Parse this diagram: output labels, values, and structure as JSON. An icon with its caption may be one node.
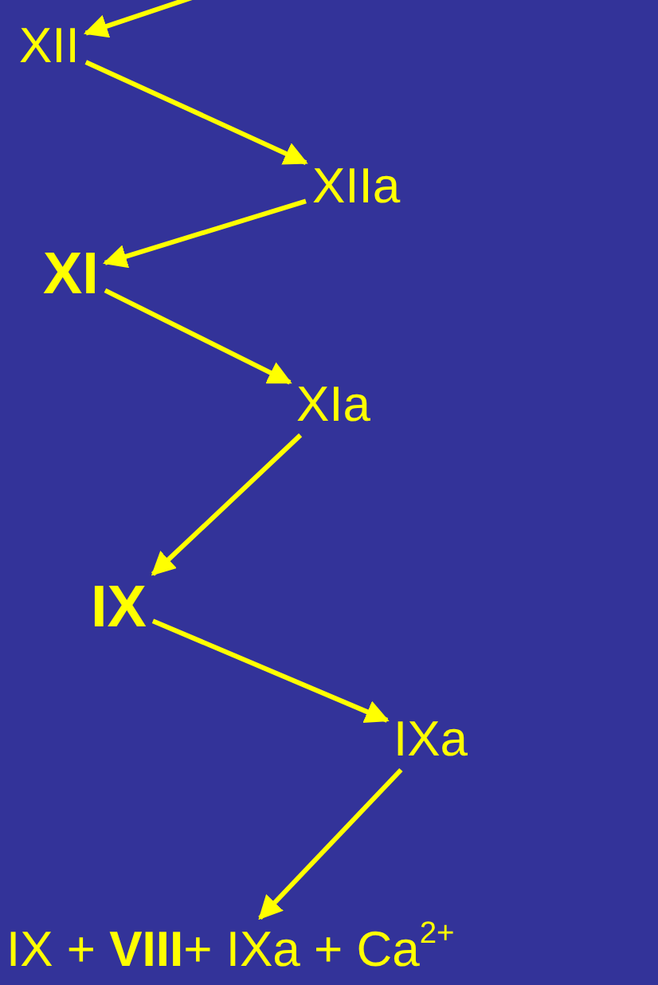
{
  "diagram": {
    "nodes": [
      {
        "text": [
          "XII"
        ]
      },
      {
        "text": [
          "XIIa"
        ]
      },
      {
        "text": [
          "XI"
        ]
      },
      {
        "text": [
          "XIa"
        ]
      },
      {
        "text": [
          "IX"
        ]
      },
      {
        "text": [
          "IXa"
        ]
      },
      {
        "text": [
          "IX + **VIII**+ IXa + Ca$^{2+}$"
        ]
      }
    ],
    "edges": [
      {
        "from": null,
        "to": 0,
        "arrow": "to"
      },
      {
        "from": 0,
        "to": 1,
        "arrow": "to"
      },
      {
        "from": 1,
        "to": 2,
        "arrow": "to"
      },
      {
        "from": 2,
        "to": 3,
        "arrow": "to"
      },
      {
        "from": 3,
        "to": 4,
        "arrow": "to"
      },
      {
        "from": 4,
        "to": 5,
        "arrow": "to"
      },
      {
        "from": 5,
        "to": 6,
        "arrow": "to"
      }
    ]
  }
}
